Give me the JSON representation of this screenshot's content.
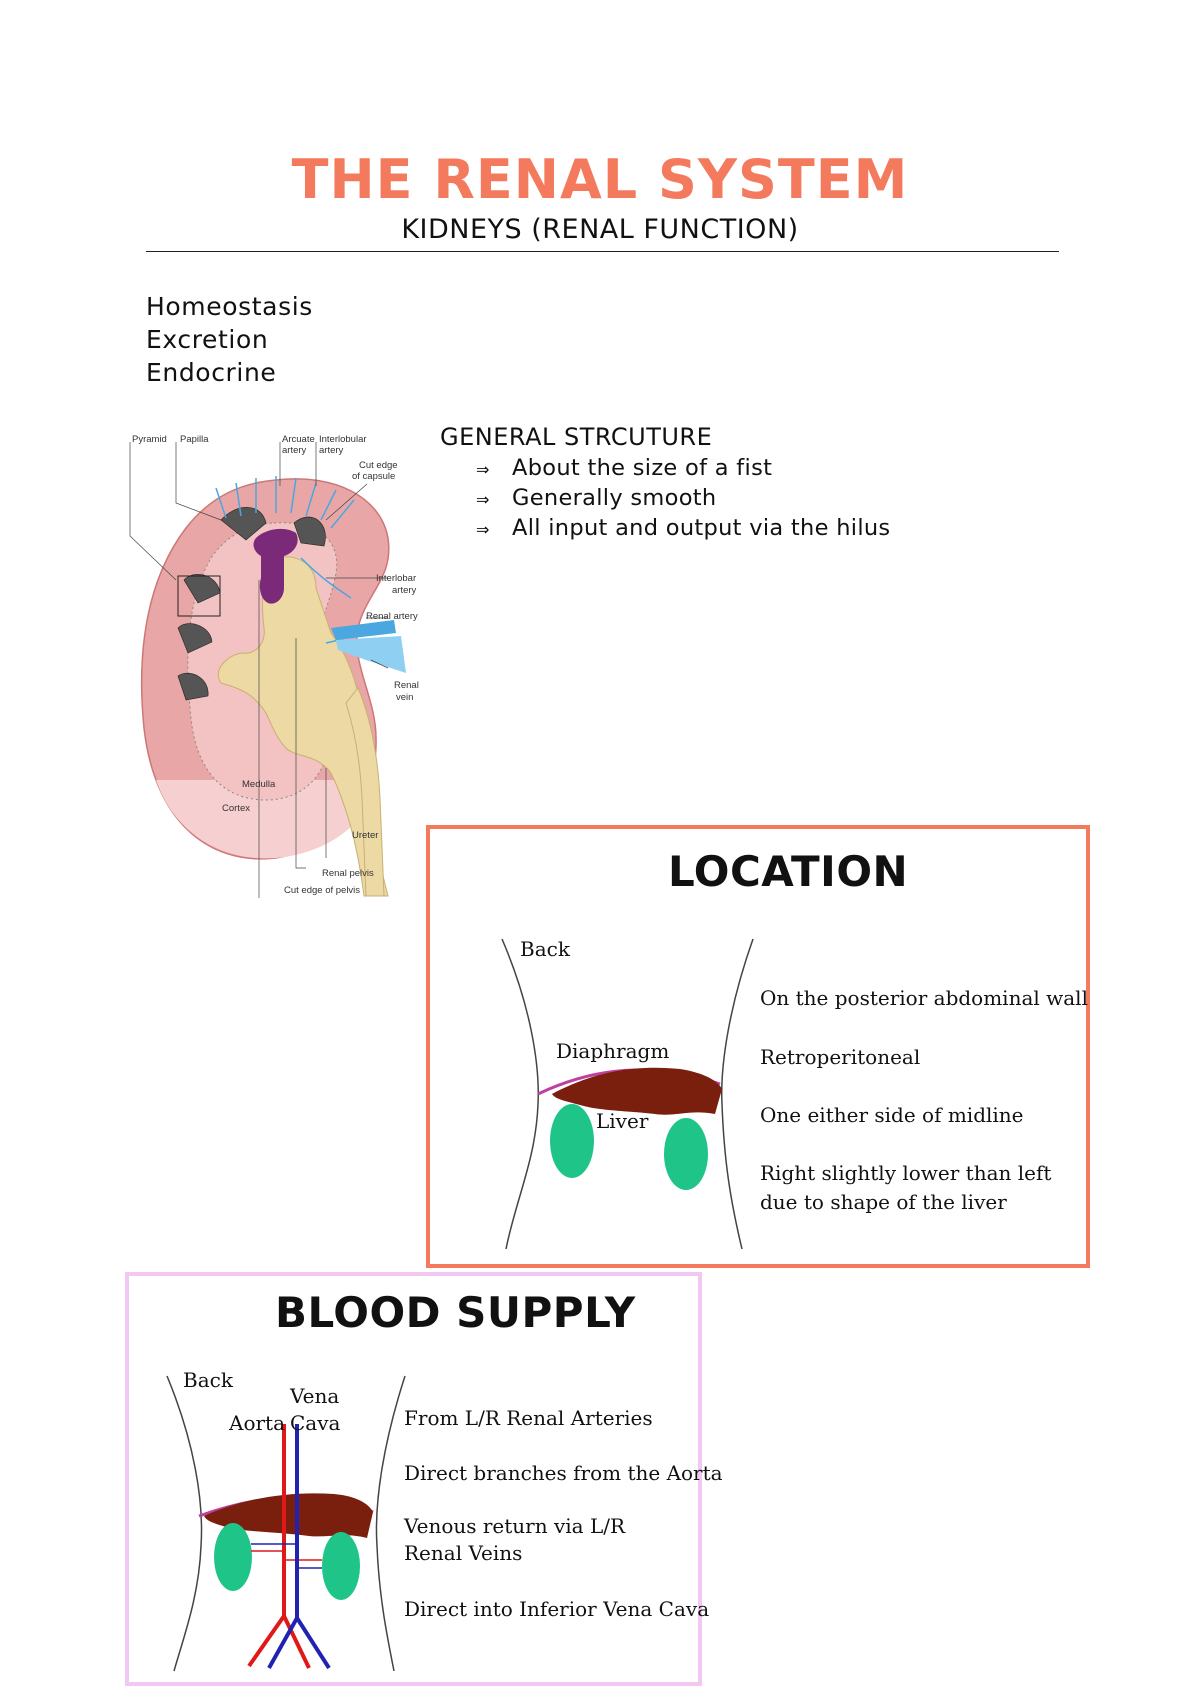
{
  "title": "THE RENAL SYSTEM",
  "subtitle": "KIDNEYS (RENAL FUNCTION)",
  "functions": [
    "Homeostasis",
    "Excretion",
    "Endocrine"
  ],
  "general_structure": {
    "heading": "GENERAL STRCUTURE",
    "arrow": "⇒",
    "items": [
      "About the size of a fist",
      "Generally smooth",
      "All input and output via the hilus"
    ]
  },
  "kidney_diagram": {
    "labels": {
      "pyramid": "Pyramid",
      "papilla": "Papilla",
      "arcuate_1": "Arcuate",
      "arcuate_2": "artery",
      "interlobular_1": "Interlobular",
      "interlobular_2": "artery",
      "cut_capsule_1": "Cut edge",
      "cut_capsule_2": "of capsule",
      "interlobar_1": "Interlobar",
      "interlobar_2": "artery",
      "renal_artery": "Renal artery",
      "renal_vein_1": "Renal",
      "renal_vein_2": "vein",
      "medulla": "Medulla",
      "cortex": "Cortex",
      "ureter": "Ureter",
      "renal_pelvis": "Renal pelvis",
      "cut_pelvis": "Cut edge of pelvis"
    },
    "colors": {
      "cortex": "#e9a6a6",
      "medulla": "#f3c2c2",
      "pelvis": "#ecd9a4",
      "calyx": "#7b2a7a",
      "artery": "#4aa7e0"
    }
  },
  "location": {
    "title": "LOCATION",
    "back": "Back",
    "diaphragm": "Diaphragm",
    "liver": "Liver",
    "points": [
      "On the posterior abdominal wall",
      "Retroperitoneal",
      "One either side of midline"
    ],
    "last_point": [
      "Right slightly lower than left",
      "due to shape of the liver"
    ],
    "colors": {
      "border": "#f47a5e",
      "kidney": "#1fc488",
      "liver": "#7a1e0e",
      "diaphragm": "#c040a0"
    }
  },
  "blood_supply": {
    "title": "BLOOD SUPPLY",
    "back": "Back",
    "vena": "Vena",
    "cava": "Cava",
    "aorta": "Aorta",
    "points": [
      "From L/R Renal Arteries",
      "Direct branches from the Aorta"
    ],
    "venous": [
      "Venous return via L/R",
      "Renal Veins"
    ],
    "last_point": "Direct into Inferior Vena Cava",
    "colors": {
      "border": "#f2c8f2",
      "aorta": "#e01818",
      "vena_cava": "#2222b0"
    }
  }
}
